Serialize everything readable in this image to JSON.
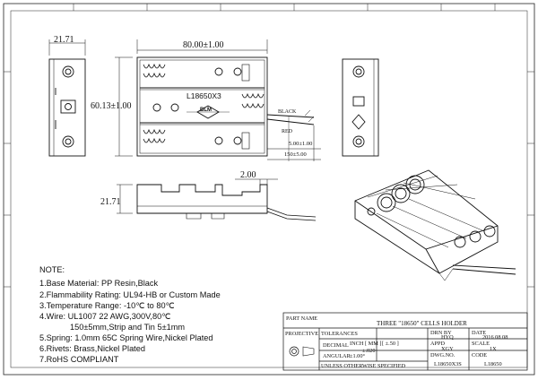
{
  "dimensions": {
    "side_width": "21.71",
    "length": "80.00±1.00",
    "width": "60.13±1.00",
    "height_left": "21.71",
    "height_top": "2.00",
    "wire_lead_short": "5.00±1.00",
    "wire_lead_long": "150±5.00"
  },
  "drawing_labels": {
    "model_stamp": "L18650X3",
    "logo": "BLM",
    "wire_black": "BLACK",
    "wire_red": "RED"
  },
  "notes": {
    "heading": "NOTE:",
    "items": [
      "1.Base Material: PP Resin,Black",
      "2.Flammability Rating: UL94-HB or Custom Made",
      "3.Temperature Range:  -10℃ to 80℃",
      "4.Wire: UL1007 22 AWG,300V,80℃",
      "150±5mm,Strip and Tin 5±1mm",
      "5.Spring: 1.0mm 65C Spring Wire,Nickel Plated",
      "6.Rivets: Brass,Nickel Plated",
      "7.RoHS  COMPLIANT"
    ]
  },
  "title_block": {
    "part_name_label": "PART NAME",
    "part_name": "THREE \"18650\" CELLS HOLDER",
    "projection_label": "PROJECTIVE",
    "tolerances_label": "TOLERANCES",
    "inch_mm": "INCH  [ MM ]",
    "decimal_label": "DECIMAL",
    "decimal_inch": "±.020",
    "decimal_mm": "[ ±.50 ]",
    "angular_label": "ANGULAR",
    "angular_value": "±1.00°",
    "unless": "UNLESS OTHERWISE SPECIFIED",
    "drn_by_label": "DRN BY",
    "drn_by": "HYQ",
    "date_label": "DATE",
    "date": "2016 08 08",
    "appd_label": "APPD",
    "appd": "XGY",
    "scale_label": "SCALE",
    "scale": "1X",
    "dwg_no_label": "DWG.NO.",
    "dwg_no": "L18650X3S",
    "code_label": "CODE",
    "code": "L18650"
  }
}
